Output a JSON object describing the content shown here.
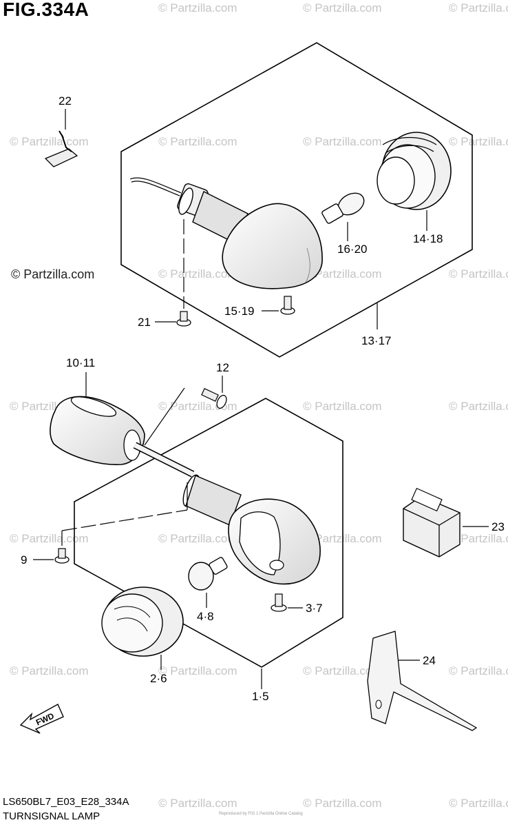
{
  "figure": {
    "title": "FIG.334A",
    "code": "LS650BL7_E03_E28_334A",
    "name": "TURNSIGNAL LAMP",
    "footer_small": "Reproduced by FIG 1 Partzilla Online Catalog"
  },
  "watermarks": {
    "text": "© Partzilla.com",
    "strong_text": "© Partzilla.com"
  },
  "callouts": [
    "22",
    "14·18",
    "16·20",
    "21",
    "15·19",
    "13·17",
    "10·11",
    "12",
    "23",
    "9",
    "4·8",
    "3·7",
    "24",
    "2·6",
    "1·5"
  ],
  "direction_arrow": "FWD"
}
